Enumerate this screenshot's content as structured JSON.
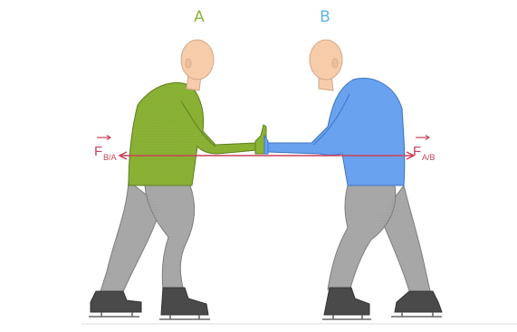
{
  "labels": {
    "left_skater": "A",
    "right_skater": "B"
  },
  "forces": {
    "left": {
      "symbol": "F",
      "subscript": "B/A"
    },
    "right": {
      "symbol": "F",
      "subscript": "A/B"
    }
  },
  "colors": {
    "label_a": "#8db43a",
    "label_b": "#5fb4ea",
    "shirt_a": "#8ab234",
    "shirt_b": "#6aa3f2",
    "skin": "#f6ccaa",
    "pants": "#a8a8a8",
    "boot": "#4a4a4a",
    "arrow": "#cc3f57"
  }
}
